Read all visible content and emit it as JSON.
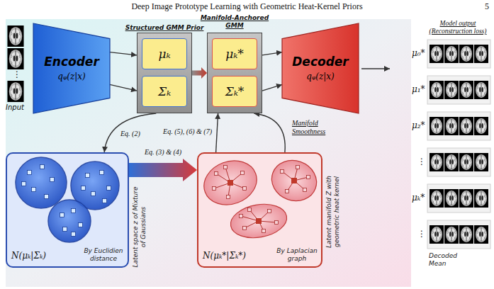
{
  "diagram": {
    "nodes": [
      {
        "text": [
          "Encoder",
          "qᵩ(z|x)"
        ]
      },
      {
        "text": [
          "Structured GMM Prior"
        ]
      },
      {
        "text": [
          "μₖ"
        ],
        "in": 1
      },
      {
        "text": [
          "Σₖ"
        ],
        "in": 1
      },
      {
        "text": [
          "Manifold-Anchored GMM"
        ]
      },
      {
        "text": [
          "μₖ*"
        ],
        "in": 4
      },
      {
        "text": [
          "Σₖ*"
        ],
        "in": 4
      },
      {
        "text": [
          "Decoder",
          "qᵩ(z|x)"
        ]
      },
      {
        "text": [
          "N(μₖ|Σₖ)",
          "By Euclidien distance"
        ]
      },
      {
        "text": [
          "N(μₖ*|Σₖ*)",
          "By Laplacian graph"
        ]
      }
    ],
    "edges": [
      {
        "from": 0,
        "to": 1,
        "arrow": "to"
      },
      {
        "from": 0,
        "to": 1,
        "arrow": "to"
      },
      {
        "from": 1,
        "to": 4,
        "arrow": "to"
      },
      {
        "from": 4,
        "to": 7,
        "arrow": "to"
      },
      {
        "from": 4,
        "to": 7,
        "arrow": "to"
      },
      {
        "from": 1,
        "to": 8,
        "label": "Eq. (2)",
        "arrow": "to"
      },
      {
        "from": 8,
        "to": 9,
        "label": "Eq. (3) & (4)",
        "arrow": "to"
      },
      {
        "from": 9,
        "to": 4,
        "label": "Eq. (5), (6) & (7)",
        "arrow": "to"
      },
      {
        "from": 9,
        "to": 4,
        "label": "Manifold Smoothness",
        "arrow": "to"
      }
    ],
    "labels": [
      "Deep Image Prototype Learning with Geometric Heat-Kernel Priors",
      "5",
      "Input",
      "⋮",
      "Model output (Reconstruction loss)",
      "μ₀*",
      "μ₁*",
      "μ₂*",
      "⋮",
      "μₖ*",
      "⋮",
      "Decoded Mean",
      "Latent space z of Mixture of Gaussians",
      "Latent manifold Z with geometric heat kernel"
    ]
  }
}
